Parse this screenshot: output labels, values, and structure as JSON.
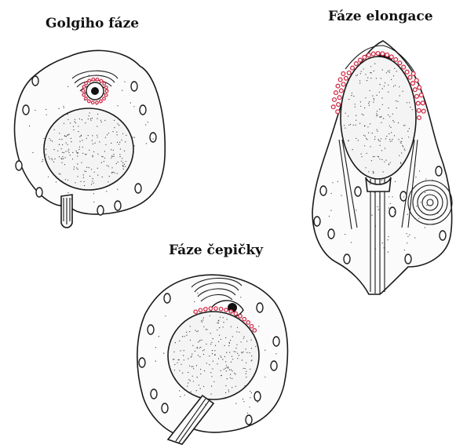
{
  "labels": {
    "golgi": "Golgiho fáze",
    "elongation": "Fáze elongace",
    "cap": "Fáze čepičky"
  },
  "colors": {
    "acrosome_granules": "#d2304a",
    "outline": "#1a1a1a",
    "background": "#ffffff"
  }
}
